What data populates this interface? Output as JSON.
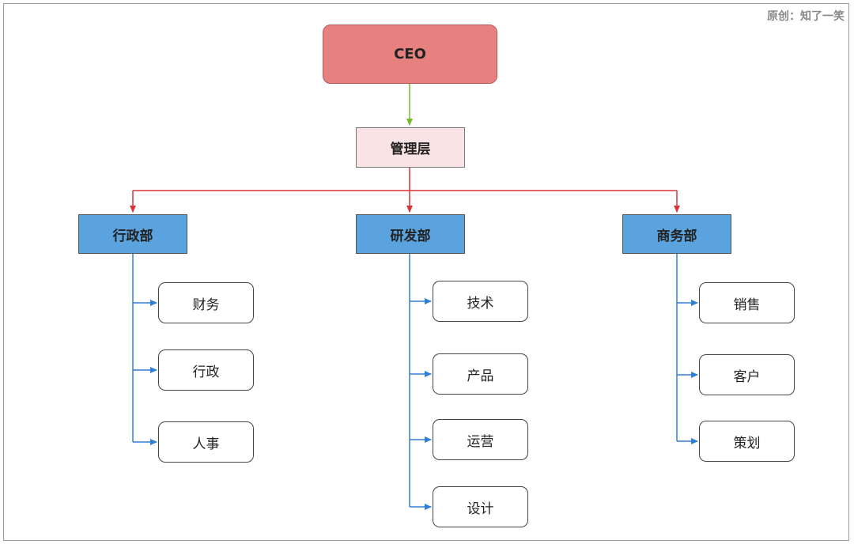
{
  "watermark": "原创：知了一笑",
  "ceo": "CEO",
  "management": "管理层",
  "departments": [
    {
      "name": "行政部",
      "teams": [
        "财务",
        "行政",
        "人事"
      ]
    },
    {
      "name": "研发部",
      "teams": [
        "技术",
        "产品",
        "运营",
        "设计"
      ]
    },
    {
      "name": "商务部",
      "teams": [
        "销售",
        "客户",
        "策划"
      ]
    }
  ],
  "colors": {
    "ceo_fill": "#e6817f",
    "management_fill": "#fae3e4",
    "department_fill": "#5aa3df",
    "ceo_to_management_line": "#7ab82e",
    "management_to_department_line": "#d9343b",
    "department_to_team_line": "#2f7fd6"
  }
}
